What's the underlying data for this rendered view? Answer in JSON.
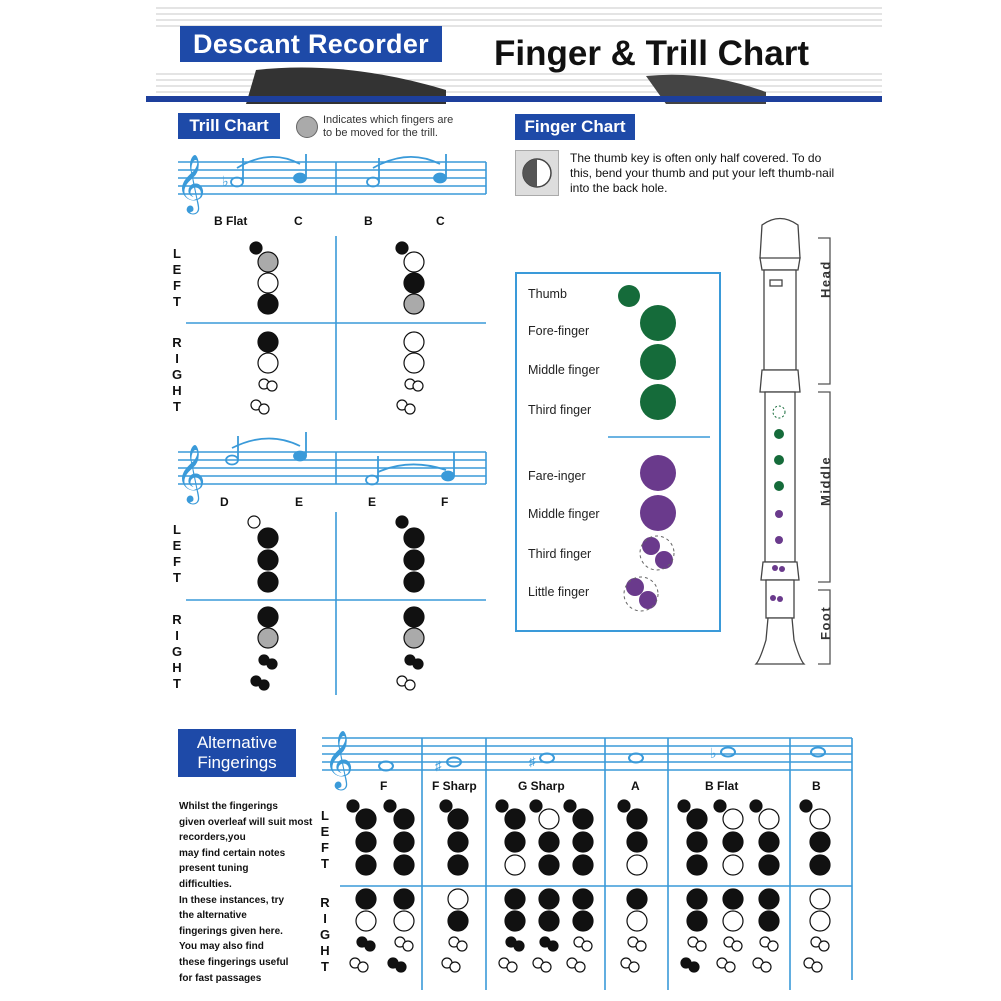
{
  "header": {
    "subtitle_box": "Descant Recorder",
    "title": "Finger & Trill Chart"
  },
  "trill": {
    "tag": "Trill Chart",
    "legend": "Indicates which fingers are to be moved for the trill.",
    "legend_line1": "Indicates which fingers are",
    "legend_line2": "to be moved for the trill.",
    "notes_top": [
      "B Flat",
      "C",
      "B",
      "C"
    ],
    "notes_bottom": [
      "D",
      "E",
      "E",
      "F"
    ],
    "left_label": [
      "L",
      "E",
      "F",
      "T"
    ],
    "right_label": [
      "R",
      "I",
      "G",
      "H",
      "T"
    ]
  },
  "finger_chart": {
    "tag": "Finger Chart",
    "thumb_note": "The thumb key is often only half covered. To do this, bend your thumb and put your left thumb-nail into the back hole.",
    "thumb_note_lines": [
      "The thumb key is often only half covered. To do",
      "this, bend your thumb and put your left thumb-nail",
      "into the back hole."
    ],
    "left_hand": [
      "Thumb",
      "Fore-finger",
      "Middle finger",
      "Third finger"
    ],
    "right_hand": [
      "Fare-inger",
      "Middle finger",
      "Third finger",
      "Little finger"
    ],
    "sections": [
      "Head",
      "Middle",
      "Foot"
    ],
    "colors": {
      "left": "#156b3a",
      "right": "#6a3a8c",
      "frame": "#3a9ad9"
    }
  },
  "alternative": {
    "tag_line1": "Alternative",
    "tag_line2": "Fingerings",
    "notes": [
      "F",
      "F Sharp",
      "G Sharp",
      "A",
      "B Flat",
      "B"
    ],
    "text_lines": [
      "Whilst the fingerings",
      "given overleaf will suit most",
      "recorders,you",
      "may find certain notes",
      "present tuning",
      "difficulties.",
      "In these instances, try",
      "the alternative",
      "fingerings given here.",
      "You may also find",
      "these fingerings useful",
      "for fast passages"
    ]
  }
}
